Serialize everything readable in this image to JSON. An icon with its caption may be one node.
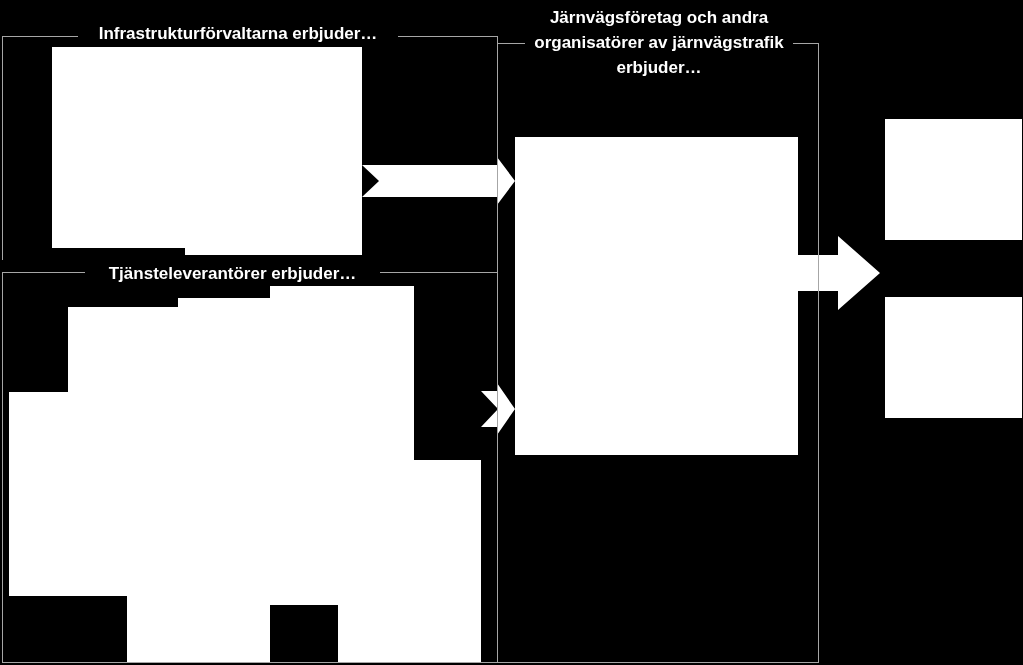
{
  "diagram": {
    "nodes": [
      {
        "text": [
          "Infrastrukturförvaltarna erbjuder…"
        ]
      },
      {
        "text": [],
        "shape": "box",
        "in": 0
      },
      {
        "text": [
          "Tjänsteleverantörer erbjuder…"
        ]
      },
      {
        "text": [],
        "shape": "box",
        "in": 2
      },
      {
        "text": [
          "Järnvägsföretag och andra organisatörer av järnvägstrafik erbjuder…"
        ]
      },
      {
        "text": [],
        "shape": "box",
        "in": 4
      },
      {
        "text": [],
        "shape": "box"
      },
      {
        "text": [],
        "shape": "box"
      }
    ],
    "edges": [
      {
        "from": 1,
        "to": 5,
        "arrow": "to",
        "style": "thick"
      },
      {
        "from": 3,
        "to": 5,
        "arrow": "to",
        "style": "thick"
      },
      {
        "from": 5,
        "to": null,
        "arrow": "to",
        "style": "thick"
      }
    ]
  }
}
